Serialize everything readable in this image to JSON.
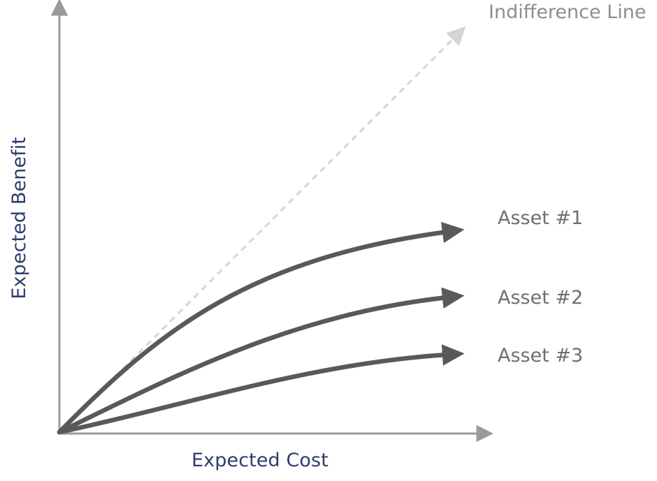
{
  "chart_data": {
    "type": "line",
    "title": "",
    "xlabel": "Expected Cost",
    "ylabel": "Expected Benefit",
    "xlim": [
      0,
      100
    ],
    "ylim": [
      0,
      100
    ],
    "grid": false,
    "axis_ticks": false,
    "legend": "inline-right-of-curve-ends",
    "annotations": [
      "Indifference Line"
    ],
    "series": [
      {
        "name": "Indifference Line",
        "style": "dashed",
        "color": "#d8d4d4",
        "arrow": true,
        "x": [
          0,
          10,
          20,
          30,
          40,
          50,
          60,
          70,
          80,
          90,
          100
        ],
        "y": [
          0,
          10,
          20,
          30,
          40,
          50,
          60,
          70,
          80,
          90,
          100
        ]
      },
      {
        "name": "Asset #1",
        "style": "solid",
        "color": "#595959",
        "arrow": true,
        "x": [
          0,
          10,
          20,
          30,
          40,
          50,
          60,
          70,
          80,
          90,
          100
        ],
        "y": [
          0,
          10,
          20,
          29,
          37,
          44,
          50,
          55,
          58,
          60,
          61
        ]
      },
      {
        "name": "Asset #2",
        "style": "solid",
        "color": "#595959",
        "arrow": true,
        "x": [
          0,
          10,
          20,
          30,
          40,
          50,
          60,
          70,
          80,
          90,
          100
        ],
        "y": [
          0,
          6,
          12,
          17,
          22,
          26,
          30,
          33,
          35,
          36,
          37
        ]
      },
      {
        "name": "Asset #3",
        "style": "solid",
        "color": "#595959",
        "arrow": true,
        "x": [
          0,
          10,
          20,
          30,
          40,
          50,
          60,
          70,
          80,
          90,
          100
        ],
        "y": [
          0,
          3,
          6,
          9,
          12,
          14,
          16,
          18,
          19,
          20,
          20.5
        ]
      }
    ]
  },
  "axes": {
    "y_label": "Expected Benefit",
    "x_label": "Expected Cost",
    "color": "#9a9a9a"
  },
  "labels": {
    "indifference": "Indifference Line",
    "asset_1": "Asset #1",
    "asset_2": "Asset #2",
    "asset_3": "Asset #3"
  },
  "colors": {
    "axis": "#9a9a9a",
    "curve": "#595959",
    "indifference": "#d8d4d4",
    "axis_label_text": "#2e3d6b",
    "series_label_text": "#6f6f6f",
    "indifference_label_text": "#8d8d92",
    "background": "#ffffff"
  }
}
